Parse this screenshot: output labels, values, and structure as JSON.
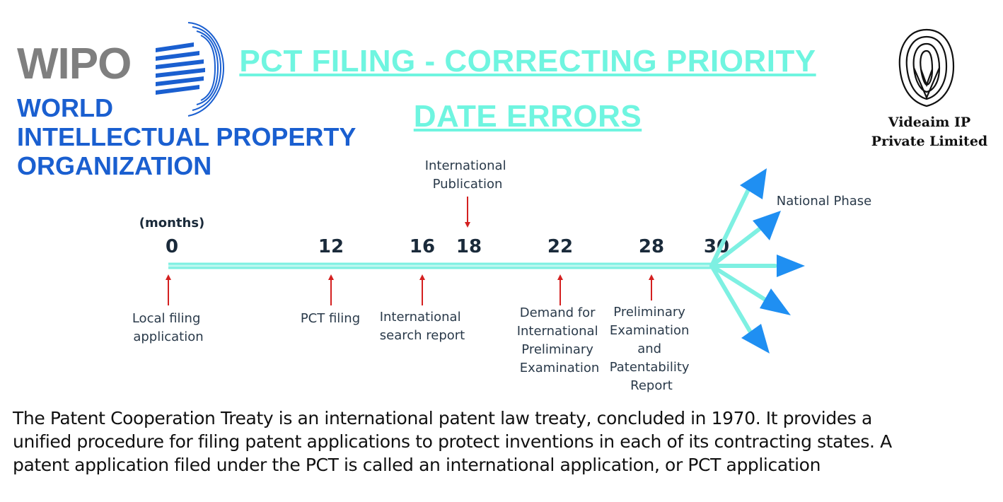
{
  "header": {
    "wipo_logo": {
      "word": "WIPO",
      "name_lines": [
        "WORLD",
        "INTELLECTUAL PROPERTY",
        "ORGANIZATION"
      ]
    },
    "title_lines": [
      "PCT FILING - CORRECTING PRIORITY",
      "DATE ERRORS"
    ],
    "firm_logo": {
      "icon": "fingerprint-icon",
      "name_lines": [
        "Videaim IP",
        "Private Limited"
      ]
    }
  },
  "timeline": {
    "unit_label": "(months)",
    "milestones": [
      {
        "month": "0",
        "label_lines": [
          "Local filing",
          "application"
        ]
      },
      {
        "month": "12",
        "label_lines": [
          "PCT filing"
        ]
      },
      {
        "month": "16",
        "label_lines": [
          "International",
          "search report"
        ]
      },
      {
        "month": "18",
        "label_lines": [
          "International",
          "Publication"
        ]
      },
      {
        "month": "22",
        "label_lines": [
          "Demand for",
          "International",
          "Preliminary",
          "Examination"
        ]
      },
      {
        "month": "28",
        "label_lines": [
          "Preliminary",
          "Examination",
          "and",
          "Patentability",
          "Report"
        ]
      },
      {
        "month": "30",
        "label_lines": []
      }
    ],
    "end_label": "National Phase",
    "colors": {
      "axis": "#7ef0e2",
      "event_arrow": "#d42020",
      "phase_arrow": "#1f8ff2"
    }
  },
  "description": {
    "lines": [
      "The Patent Cooperation Treaty is an international patent law treaty, concluded in 1970. It provides a",
      "unified procedure for filing patent applications to protect inventions in each of its contracting states. A",
      "patent application filed under the PCT is called an international application, or PCT application"
    ]
  }
}
